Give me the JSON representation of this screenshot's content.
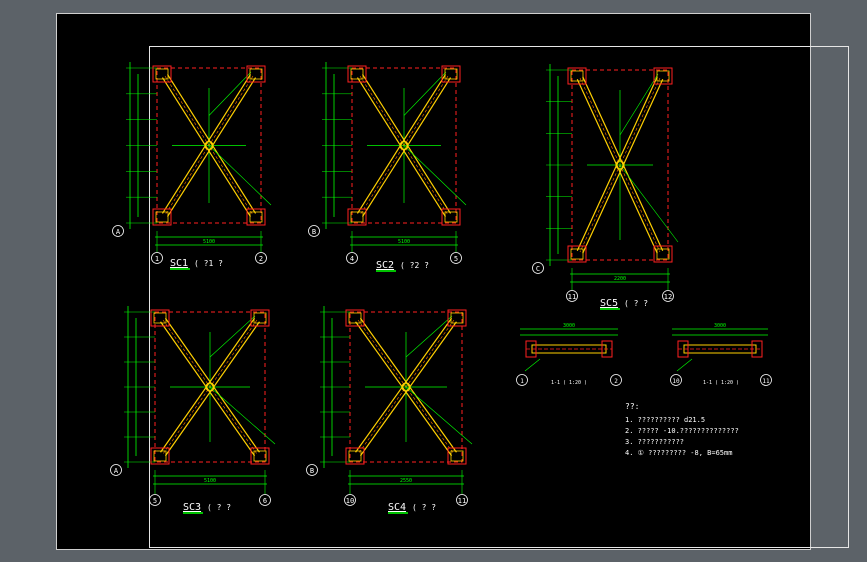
{
  "colors": {
    "background": "#000000",
    "outer": "#5c6268",
    "frame": "#e6e6e6",
    "dim": "#00ff00",
    "grid": "#ff2020",
    "member": "#ffd000",
    "note": "#ffffff"
  },
  "panels": [
    {
      "id": "sc1",
      "title": "SC1",
      "suffix": "( ?1  ?",
      "top_dim": "",
      "bottom_dim": "5100",
      "left_grid": "A",
      "right_grid": "",
      "bottom_left": "1",
      "bottom_right": "2"
    },
    {
      "id": "sc2",
      "title": "SC2",
      "suffix": "( ?2  ?",
      "top_dim": "",
      "bottom_dim": "5100",
      "left_grid": "B",
      "right_grid": "",
      "bottom_left": "4",
      "bottom_right": "5"
    },
    {
      "id": "sc5",
      "title": "SC5",
      "suffix": "( ?  ?",
      "top_dim": "",
      "bottom_dim": "2200",
      "left_grid": "C",
      "right_grid": "",
      "bottom_left": "11",
      "bottom_right": "12"
    },
    {
      "id": "sc3",
      "title": "SC3",
      "suffix": "( ?  ?",
      "top_dim": "",
      "bottom_dim": "5100",
      "left_grid": "A",
      "right_grid": "",
      "bottom_left": "5",
      "bottom_right": "6"
    },
    {
      "id": "sc4",
      "title": "SC4",
      "suffix": "( ?  ?",
      "top_dim": "",
      "bottom_dim": "2550",
      "left_grid": "B",
      "right_grid": "",
      "bottom_left": "10",
      "bottom_right": "11"
    }
  ],
  "beams": [
    {
      "id": "b1",
      "label": "3000",
      "title": "1-1 ( 1:20 )",
      "left_grid": "1",
      "right_grid": "2"
    },
    {
      "id": "b2",
      "label": "3000",
      "title": "1-1 ( 1:20 )",
      "left_grid": "10",
      "right_grid": "11"
    }
  ],
  "notes": {
    "heading": "??:",
    "lines": [
      "1. ??????????  d21.5",
      "2. ????? -10.??????????????",
      "3. ???????????",
      "4. ① ?????????  -8, B=65mm"
    ]
  }
}
